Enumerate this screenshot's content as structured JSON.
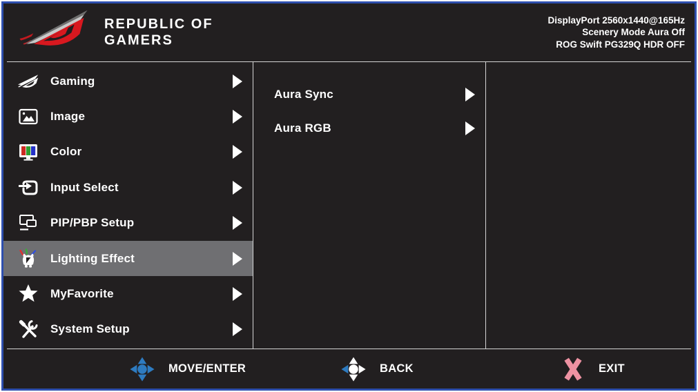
{
  "header": {
    "logo_line1": "REPUBLIC OF",
    "logo_line2": "GAMERS",
    "status_lines": [
      "DisplayPort 2560x1440@165Hz",
      "Scenery Mode Aura Off",
      "ROG Swift PG329Q HDR OFF"
    ]
  },
  "sidebar": {
    "items": [
      {
        "label": "Gaming",
        "icon": "rog-eye-icon",
        "selected": false
      },
      {
        "label": "Image",
        "icon": "image-icon",
        "selected": false
      },
      {
        "label": "Color",
        "icon": "color-icon",
        "selected": false
      },
      {
        "label": "Input Select",
        "icon": "input-select-icon",
        "selected": false
      },
      {
        "label": "PIP/PBP Setup",
        "icon": "pip-pbp-icon",
        "selected": false
      },
      {
        "label": "Lighting Effect",
        "icon": "lighting-effect-icon",
        "selected": true
      },
      {
        "label": "MyFavorite",
        "icon": "star-icon",
        "selected": false
      },
      {
        "label": "System Setup",
        "icon": "system-setup-icon",
        "selected": false
      }
    ]
  },
  "submenu": {
    "items": [
      {
        "label": "Aura Sync"
      },
      {
        "label": "Aura RGB"
      }
    ]
  },
  "footer": {
    "move_enter_label": "MOVE/ENTER",
    "back_label": "BACK",
    "exit_label": "EXIT"
  },
  "colors": {
    "background": "#221f20",
    "border_blue": "#2e4fae",
    "accent_blue": "#2e7bc0",
    "exit_pink": "#ee92a2",
    "highlight_gray": "#6f6f72",
    "rog_red": "#d8181f"
  }
}
